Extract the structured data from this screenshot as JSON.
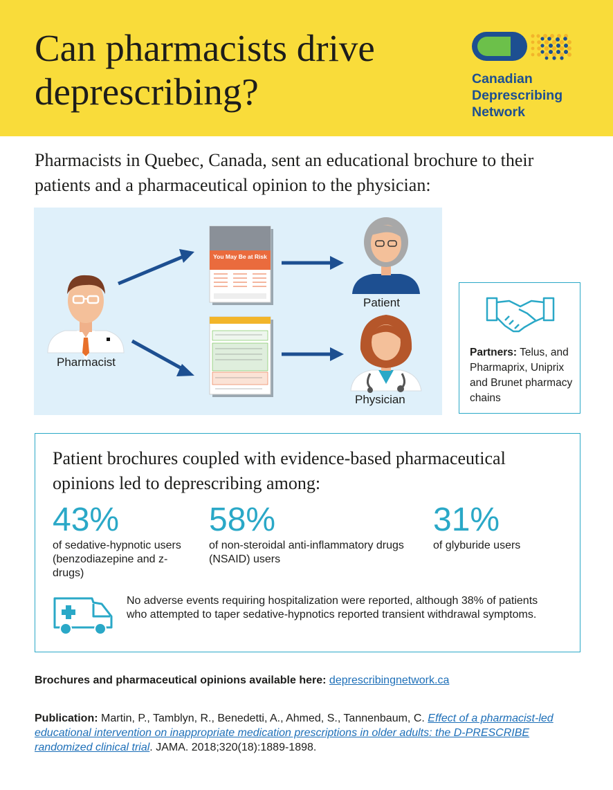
{
  "header": {
    "title": "Can pharmacists drive deprescribing?",
    "logo_text_line1": "Canadian",
    "logo_text_line2": "Deprescribing",
    "logo_text_line3": "Network",
    "background_color": "#f9dc3a"
  },
  "intro": "Pharmacists in Quebec, Canada, sent an educational brochure to their patients and a pharmaceutical opinion to the physician:",
  "diagram": {
    "pharmacist_label": "Pharmacist",
    "patient_label": "Patient",
    "physician_label": "Physician",
    "brochure_title": "You May Be at Risk",
    "icons": [
      "pharmacist-icon",
      "patient-icon",
      "physician-icon",
      "brochure-icon",
      "opinion-document-icon",
      "arrow-icon"
    ]
  },
  "partners": {
    "label": "Partners:",
    "text": " Telus, and Pharmaprix, Uniprix and Brunet pharmacy chains",
    "icon": "handshake-icon"
  },
  "results": {
    "heading": "Patient brochures coupled with evidence-based pharmaceutical opinions led to deprescribing among:",
    "stats": [
      {
        "percent": "43%",
        "description": "of sedative-hypnotic users (benzodiazepine and z-drugs)"
      },
      {
        "percent": "58%",
        "description": "of non-steroidal anti-inflammatory drugs (NSAID) users"
      },
      {
        "percent": "31%",
        "description": "of glyburide users"
      }
    ],
    "adverse_text": "No adverse events requiring hospitalization were reported, although 38% of patients who attempted to taper sedative-hypnotics reported transient withdrawal symptoms.",
    "icon": "ambulance-icon"
  },
  "brochures": {
    "label": "Brochures and pharmaceutical opinions available here:",
    "link": "deprescribingnetwork.ca"
  },
  "publication": {
    "label": "Publication:",
    "authors": " Martin, P., Tamblyn, R., Benedetti, A., Ahmed, S., Tannenbaum, C. ",
    "title": "Effect of a pharmacist-led educational intervention on inappropriate medication prescriptions in older adults: the D-PRESCRIBE randomized clinical trial",
    "journal": ". JAMA. 2018;320(18):1889-1898."
  },
  "colors": {
    "accent": "#2aa8c7",
    "navy": "#1d4f91",
    "link": "#1d6fb8",
    "panel": "#dff0fa"
  }
}
